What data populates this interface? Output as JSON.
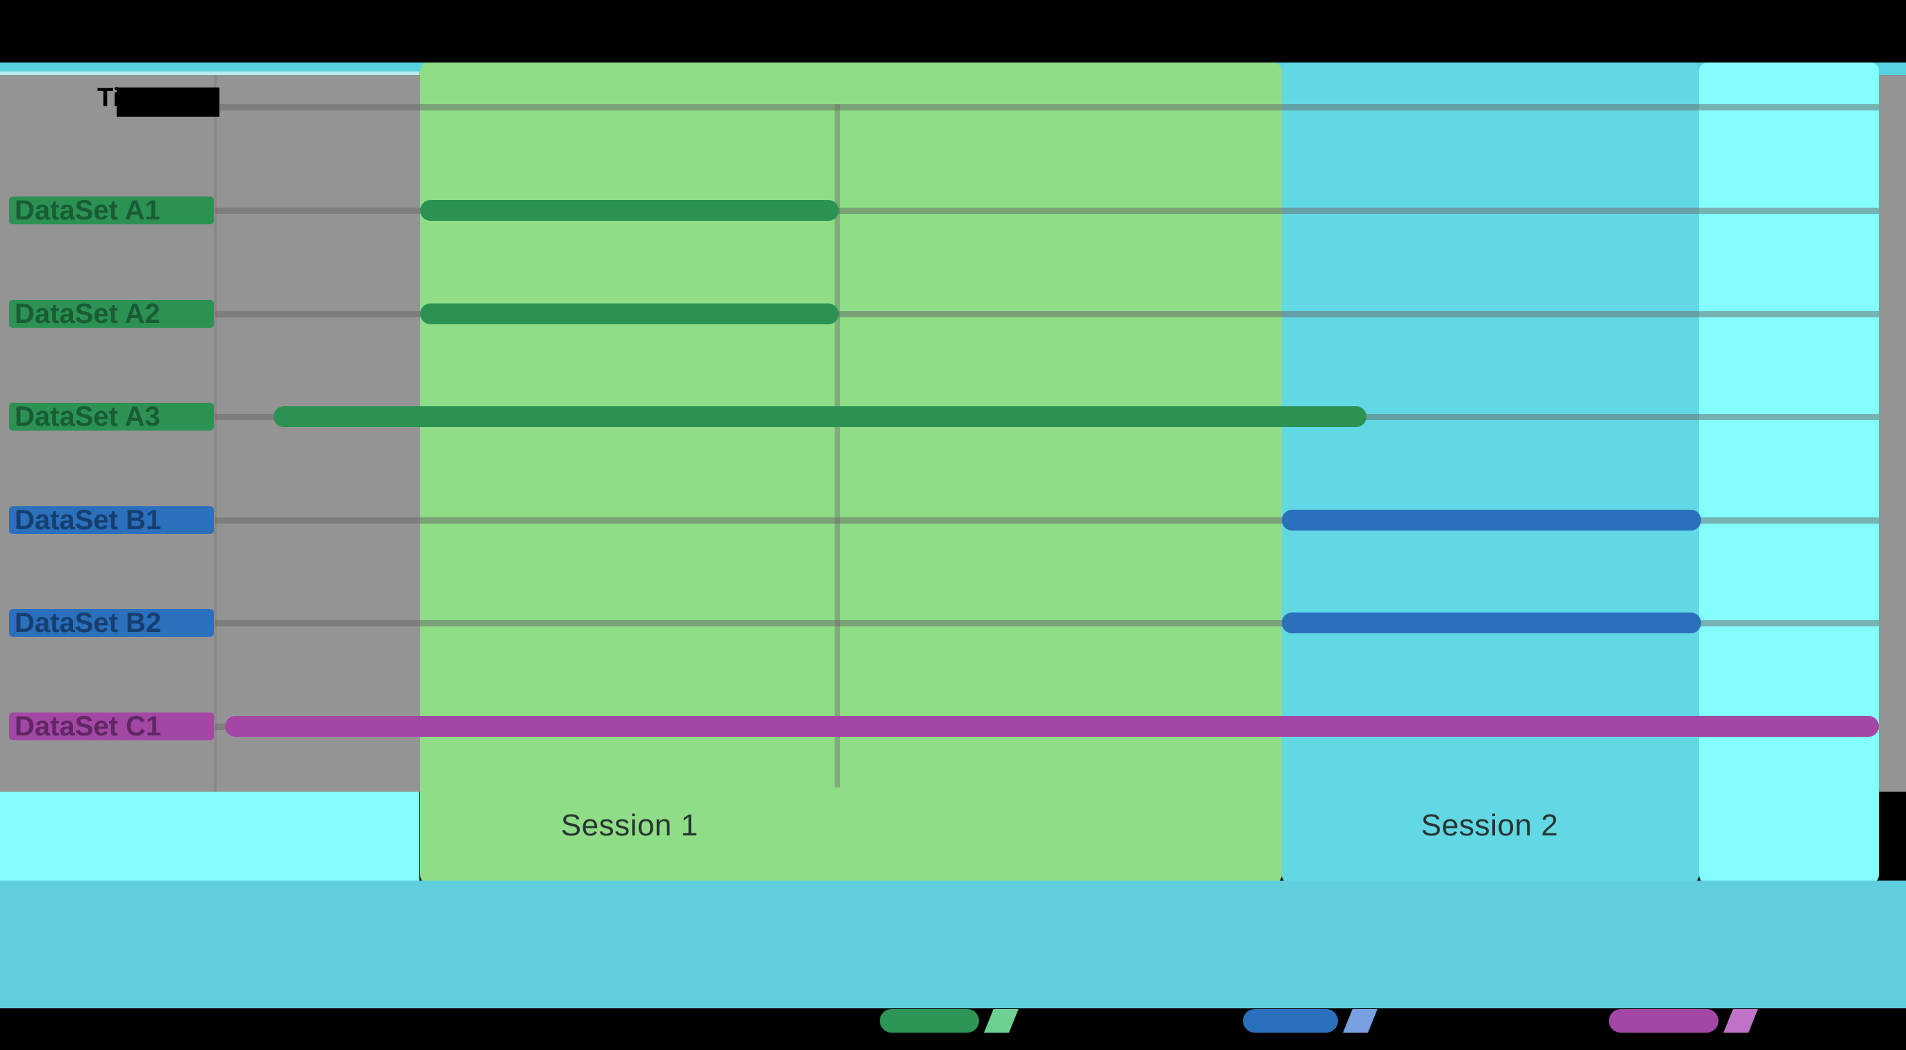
{
  "header": {
    "time_axis_label": "Time"
  },
  "chart_data": {
    "type": "bar",
    "subtype": "gantt-session-timeline",
    "title": "",
    "xlabel": "Time",
    "ylabel": "",
    "x_axis_ticks_visible": false,
    "x_range_pct": [
      0,
      100
    ],
    "grid": true,
    "tasks": [
      {
        "name": "DataSet A1",
        "group": "A",
        "color": "#2B9254",
        "text_color": "#1a5c35",
        "start_pct": 12.3,
        "end_pct": 37.5
      },
      {
        "name": "DataSet A2",
        "group": "A",
        "color": "#2B9254",
        "text_color": "#1a5c35",
        "start_pct": 12.3,
        "end_pct": 37.5
      },
      {
        "name": "DataSet A3",
        "group": "A",
        "color": "#2B9254",
        "text_color": "#1a5c35",
        "start_pct": 3.5,
        "end_pct": 69.2
      },
      {
        "name": "DataSet B1",
        "group": "B",
        "color": "#2B70BD",
        "text_color": "#163f70",
        "start_pct": 64.1,
        "end_pct": 89.3
      },
      {
        "name": "DataSet B2",
        "group": "B",
        "color": "#2B70BD",
        "text_color": "#163f70",
        "start_pct": 64.1,
        "end_pct": 89.3
      },
      {
        "name": "DataSet C1",
        "group": "C",
        "color": "#A347A5",
        "text_color": "#5f2763",
        "start_pct": 0.6,
        "end_pct": 100
      }
    ],
    "sessions": [
      {
        "label": "Session 1",
        "start_pct": 12.3,
        "end_pct": 64.1,
        "color": "#8FDD87",
        "label_center_pct": 24.9
      },
      {
        "label": "Session 2",
        "start_pct": 64.1,
        "end_pct": 89.2,
        "color": "#62D8E4",
        "label_center_pct": 76.6
      },
      {
        "label": "",
        "start_pct": 89.2,
        "end_pct": 100,
        "color": "#83FEFC",
        "label_center_pct": null
      }
    ],
    "gridlines": {
      "horizontal_at_rows": true,
      "extra_top_line": true,
      "vertical_at_pct": 37.4
    }
  },
  "legend": {
    "items": [
      {
        "name": "dataset-group-a-marker",
        "color": "#2D9556",
        "slash_color": "#74dc9b"
      },
      {
        "name": "dataset-group-b-marker",
        "color": "#2B70BD",
        "slash_color": "#7fa9ec"
      },
      {
        "name": "dataset-group-c-marker",
        "color": "#A347A5",
        "slash_color": "#c979d2"
      }
    ]
  },
  "colors": {
    "page_background": "#000000",
    "plot_background": "#949494",
    "session1_column": "#8FDD87",
    "session2_column": "#62D8E4",
    "tail_column": "#83FEFC",
    "teal_strip": "#59D2E0",
    "teal_band": "#5FCFDD",
    "green_bar": "#2B9254",
    "blue_bar": "#2B70BD",
    "magenta_bar": "#A347A5"
  }
}
